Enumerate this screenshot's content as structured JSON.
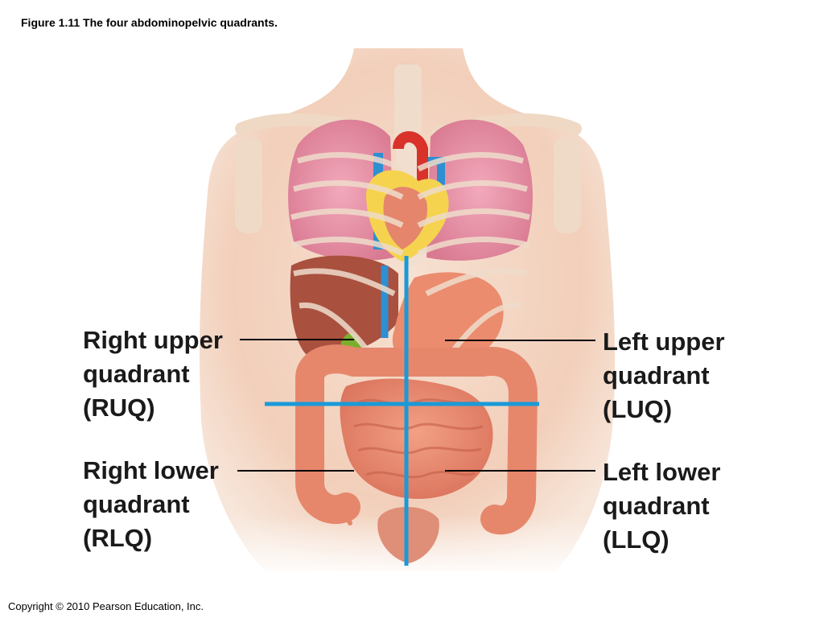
{
  "caption": "Figure 1.11  The four abdominopelvic quadrants.",
  "copyright": "Copyright © 2010 Pearson Education, Inc.",
  "quadrants": {
    "ruq": [
      "Right upper",
      "quadrant",
      "(RUQ)"
    ],
    "luq": [
      "Left upper",
      "quadrant",
      "(LUQ)"
    ],
    "rlq": [
      "Right lower",
      "quadrant",
      "(RLQ)"
    ],
    "llq": [
      "Left lower",
      "quadrant",
      "(LLQ)"
    ]
  },
  "colors": {
    "divider_line": "#1a9ad8",
    "leader_line": "#000000",
    "skin": "#f3d6c4",
    "lung": "#e89aae",
    "intestine": "#e6876c",
    "stomach": "#eb8c6e",
    "liver": "#a9503e",
    "gallbladder": "#7cae2e",
    "fat": "#f5d34f",
    "vein": "#2e8fd1",
    "artery": "#d8322b"
  }
}
